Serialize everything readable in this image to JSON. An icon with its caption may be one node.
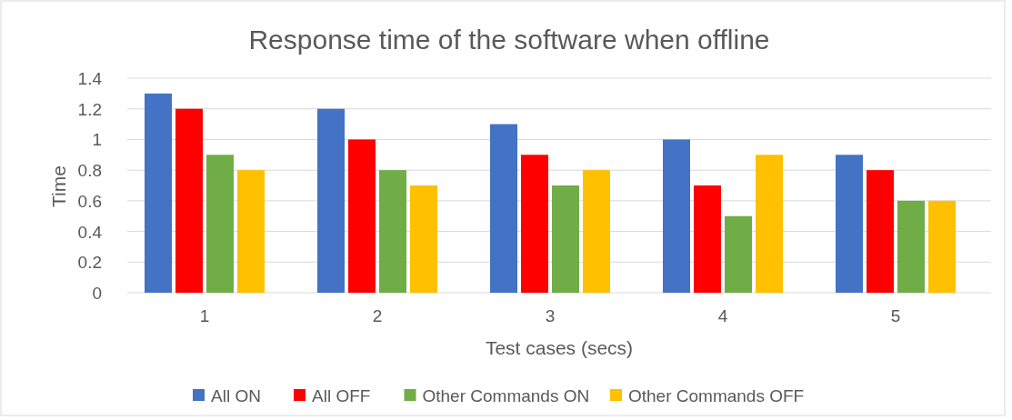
{
  "diagram": {
    "chart_data": {
      "type": "bar",
      "title": "Response time of the software when offline",
      "xlabel": "Test cases (secs)",
      "ylabel": "Time",
      "categories": [
        "1",
        "2",
        "3",
        "4",
        "5"
      ],
      "series": [
        {
          "name": "All ON",
          "color": "#4472c4",
          "values": [
            1.3,
            1.2,
            1.1,
            1.0,
            0.9
          ]
        },
        {
          "name": "All OFF",
          "color": "#ff0000",
          "values": [
            1.2,
            1.0,
            0.9,
            0.7,
            0.8
          ]
        },
        {
          "name": "Other Commands ON",
          "color": "#70ad47",
          "values": [
            0.9,
            0.8,
            0.7,
            0.5,
            0.6
          ]
        },
        {
          "name": "Other Commands OFF",
          "color": "#ffc000",
          "values": [
            0.8,
            0.7,
            0.8,
            0.9,
            0.6
          ]
        }
      ],
      "ylim": [
        0,
        1.4
      ],
      "yticks": [
        0,
        0.2,
        0.4,
        0.6,
        0.8,
        1,
        1.2,
        1.4
      ],
      "stacked": false,
      "orientation": "vertical",
      "grid": true,
      "legend": true
    }
  }
}
